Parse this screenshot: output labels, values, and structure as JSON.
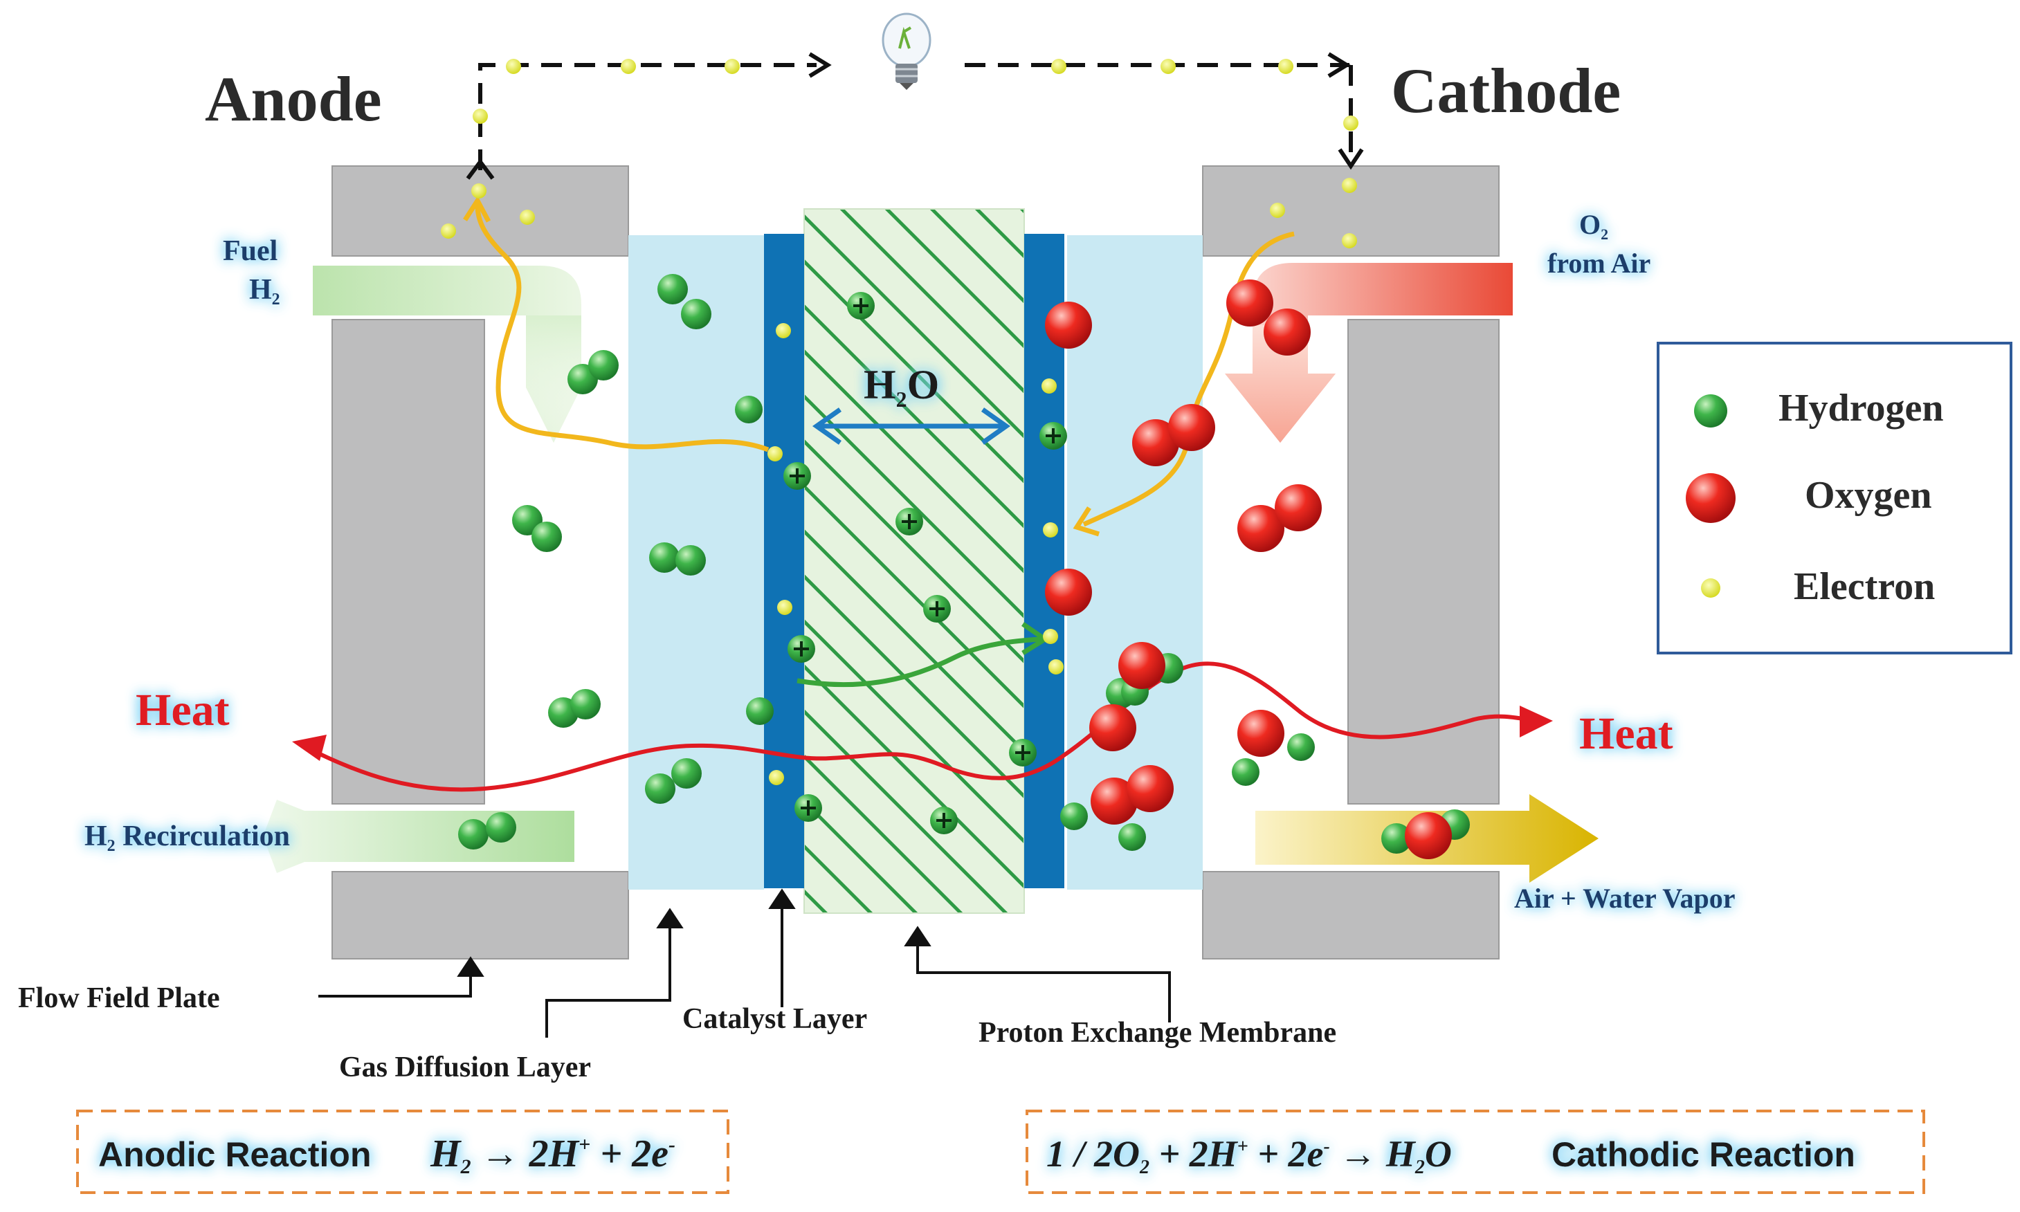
{
  "labels": {
    "anode": "Anode",
    "cathode": "Cathode",
    "fuel_line1": "Fuel",
    "fuel_line2": "H",
    "fuel_sub": "2",
    "o2_line1": "O",
    "o2_sub": "2",
    "o2_line2": "from Air",
    "water_h": "H",
    "water_sub": "2",
    "water_o": "O",
    "heat_left": "Heat",
    "heat_right": "Heat",
    "h2_recirc_h": "H",
    "h2_recirc_sub": "2",
    "h2_recirc_rest": " Recirculation",
    "air_water": "Air + Water Vapor",
    "flow_field_plate": "Flow Field Plate",
    "gas_diffusion_layer": "Gas Diffusion Layer",
    "catalyst_layer": "Catalyst Layer",
    "proton_exchange_membrane": "Proton Exchange Membrane"
  },
  "legend": {
    "hydrogen": "Hydrogen",
    "oxygen": "Oxygen",
    "electron": "Electron"
  },
  "reactions": {
    "anodic_label": "Anodic Reaction",
    "anodic_eq": {
      "a": "H",
      "a_sub": "2",
      "arrow": " → 2H",
      "plus_sup": "+",
      "mid": " + 2e",
      "minus_sup": "-"
    },
    "cathodic_label": "Cathodic Reaction",
    "cathodic_eq": {
      "a": "1 / 2O",
      "a_sub": "2",
      "b": " + 2H",
      "plus_sup": "+",
      "c": " + 2e",
      "minus_sup": "-",
      "arrow": " → H",
      "d_sub": "2",
      "d": "O"
    }
  },
  "colors": {
    "plate": "#bdbdbe",
    "gdl": "#c9e9f3",
    "catalyst": "#0f72b4",
    "membrane": "#e6f3df",
    "membrane_hatch": "#2e9a45",
    "hydrogen": "#34a844",
    "oxygen": "#e41f1f",
    "electron": "#e4e83a",
    "heat": "#e01a22",
    "electron_path": "#f2b71c",
    "water_arrow": "#1f7dc4",
    "reaction_border": "#e68a3c",
    "legend_border": "#2f5b9a"
  }
}
